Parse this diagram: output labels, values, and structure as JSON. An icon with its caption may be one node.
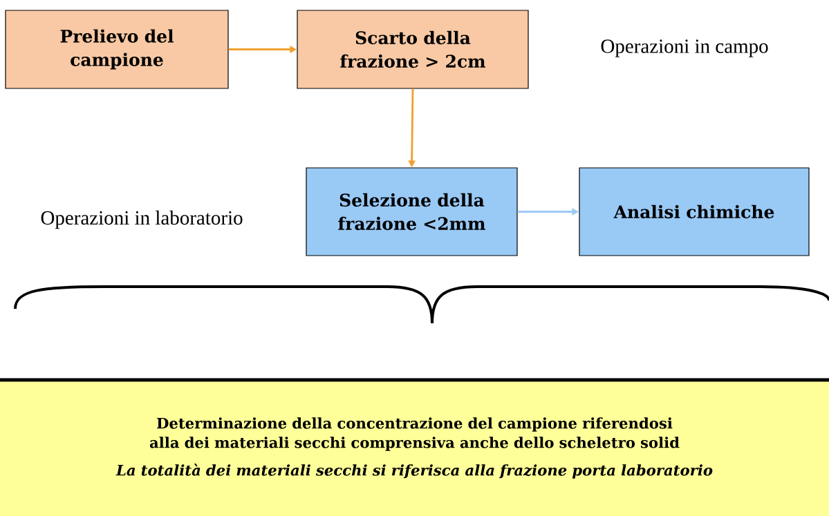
{
  "diagram": {
    "nodes": [
      {
        "text": [
          "Prelievo del campione"
        ]
      },
      {
        "text": [
          "Scarto della frazione > 2cm"
        ]
      },
      {
        "text": [
          "Selezione della frazione <2mm"
        ]
      },
      {
        "text": [
          "Analisi chimiche"
        ]
      },
      {
        "text": [
          "Determinazione della concentrazione del campione riferendosi alla dei materiali secchi comprensiva anche dello scheletro solid",
          "*La totalità dei materiali secchi si riferisca alla frazione porta laboratorio*"
        ]
      }
    ],
    "edges": [
      {
        "from": 0,
        "to": 1,
        "arrow": "to"
      },
      {
        "from": 1,
        "to": 2,
        "arrow": "to"
      },
      {
        "from": 2,
        "to": 3,
        "arrow": "to",
        "color": "#9ccaf2"
      }
    ],
    "labels": [
      "Operazioni in campo",
      "Operazioni in laboratorio"
    ]
  }
}
